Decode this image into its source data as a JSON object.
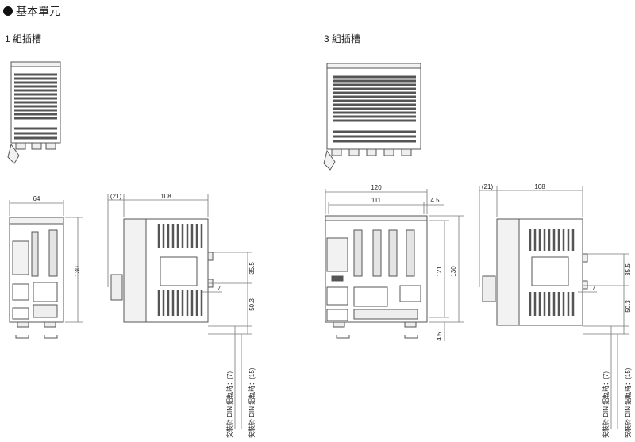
{
  "header": {
    "title": "基本單元"
  },
  "variants": [
    {
      "label": "1 組插槽"
    },
    {
      "label": "3 組插槽"
    }
  ],
  "dims_left": {
    "front_width": "64",
    "front_height": "130",
    "side_offset": "(21)",
    "side_depth": "108",
    "right_upper": "35.5",
    "right_lower": "50.3",
    "tab": "7",
    "note1": "安裝於 DIN 鋁軌時：(7)",
    "note2": "安裝於 DIN 鋁軌時：(15)"
  },
  "dims_right": {
    "front_width_total": "120",
    "front_width_inner": "111",
    "front_offset": "4.5",
    "front_height_inner": "121",
    "front_height": "130",
    "front_bottom": "4.5",
    "side_offset": "(21)",
    "side_depth": "108",
    "right_upper": "35.5",
    "right_lower": "50.3",
    "tab": "7",
    "note1": "安裝於 DIN 鋁軌時：(7)",
    "note2": "安裝於 DIN 鋁軌時：(15)"
  },
  "colors": {
    "outline": "#555555",
    "panel": "#f2f2f2",
    "dark": "#4a4a4a",
    "dim": "#777777"
  }
}
